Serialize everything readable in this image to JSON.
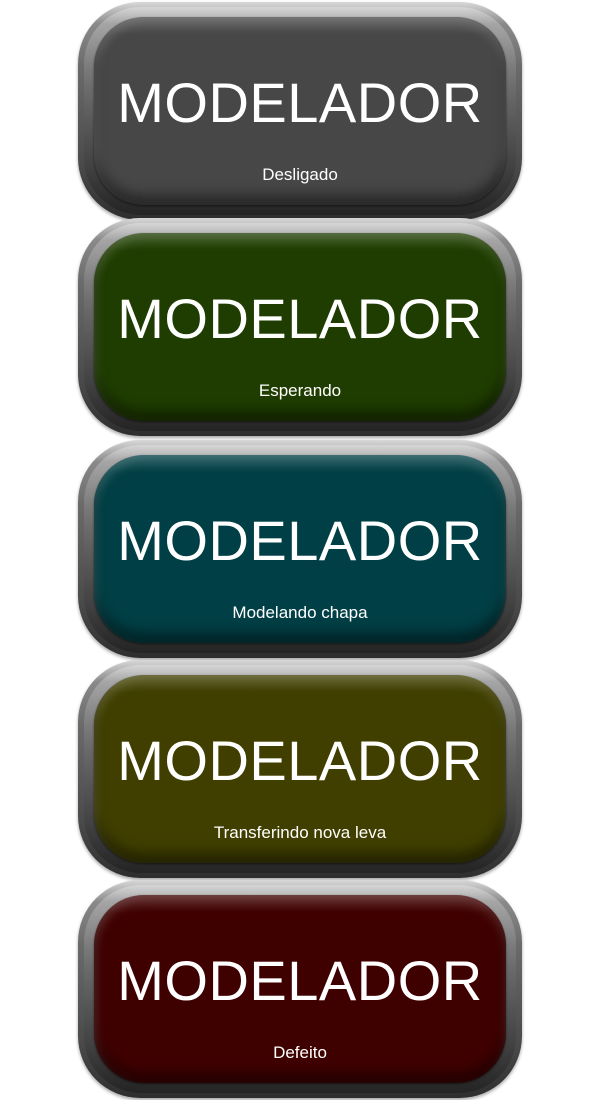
{
  "tiles": [
    {
      "title": "MODELADOR",
      "status": "Desligado",
      "face_color": "#474747"
    },
    {
      "title": "MODELADOR",
      "status": "Esperando",
      "face_color": "#1f3d00"
    },
    {
      "title": "MODELADOR",
      "status": "Modelando chapa",
      "face_color": "#003f45"
    },
    {
      "title": "MODELADOR",
      "status": "Transferindo nova leva",
      "face_color": "#403f00"
    },
    {
      "title": "MODELADOR",
      "status": "Defeito",
      "face_color": "#3f0000"
    }
  ]
}
